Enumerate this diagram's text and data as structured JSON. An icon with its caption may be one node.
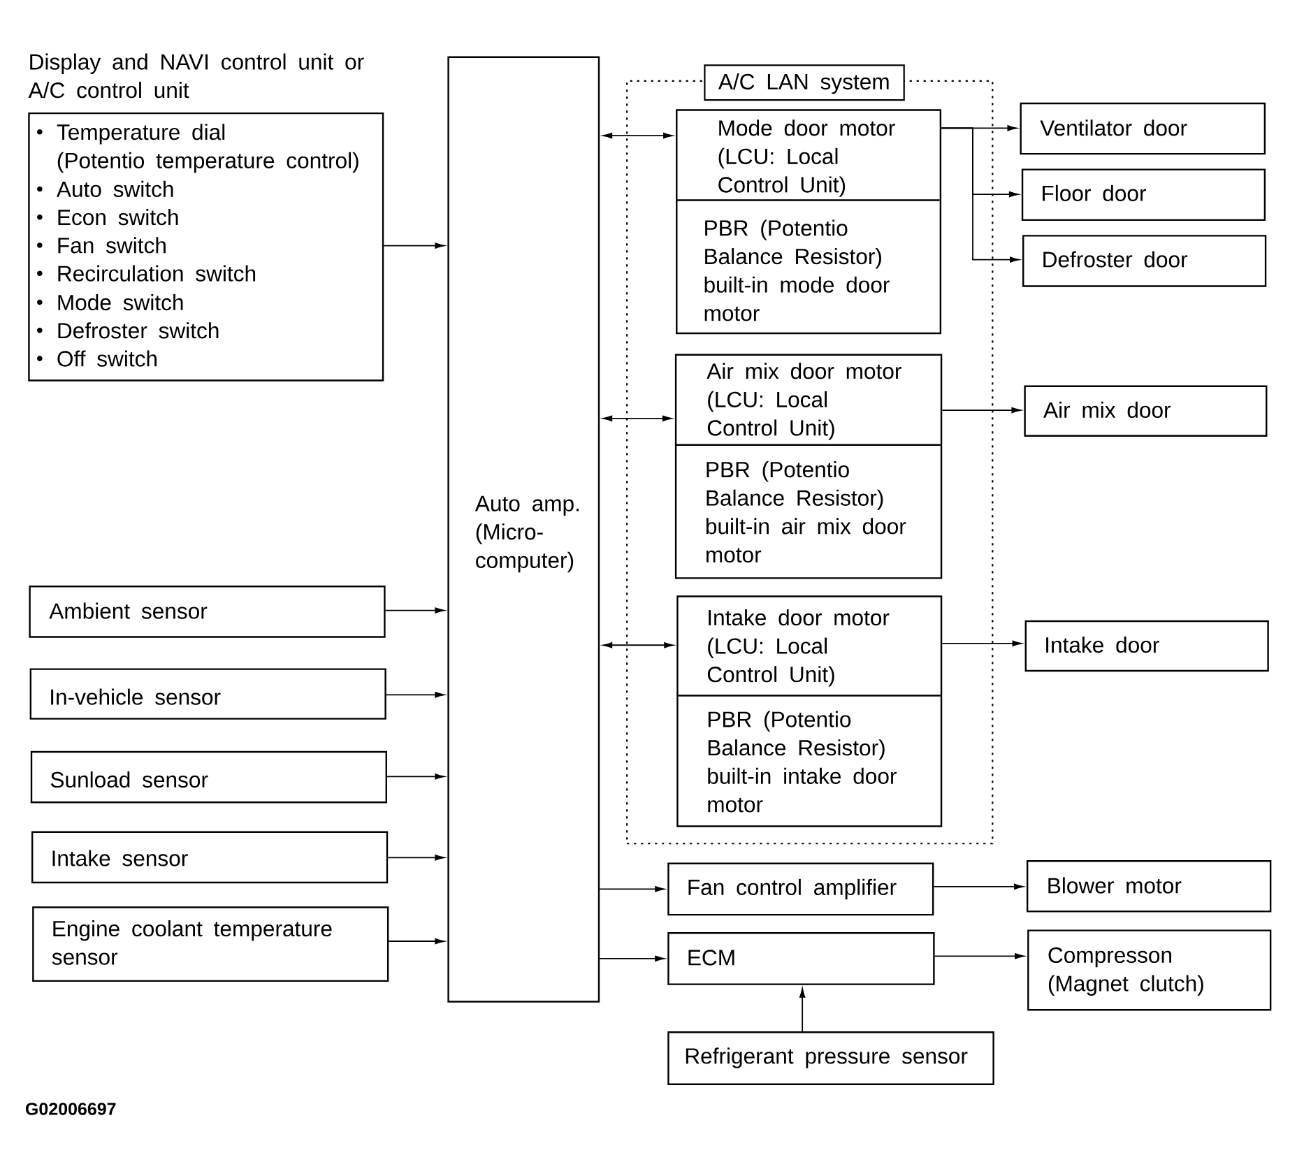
{
  "diagram": {
    "nodes": [
      {
        "text": [
          "Display and NAVI control unit or A/C control unit",
          "Temperature dial (Potentio temperature control)",
          "Auto switch",
          "Econ switch",
          "Fan switch",
          "Recirculation switch",
          "Mode switch",
          "Defroster switch",
          "Off switch"
        ]
      },
      {
        "text": [
          "Auto amp. (Micro- computer)"
        ]
      },
      {
        "text": [
          "A/C LAN system"
        ]
      },
      {
        "text": [
          "Mode door motor (LCU: Local Control Unit)",
          "PBR (Potentio Balance Resistor) built-in mode door motor"
        ],
        "in": 2
      },
      {
        "text": [
          "Air mix door motor (LCU: Local Control Unit)",
          "PBR (Potentio Balance Resistor) built-in air mix door motor"
        ],
        "in": 2
      },
      {
        "text": [
          "Intake door motor (LCU: Local Control Unit)",
          "PBR (Potentio Balance Resistor) built-in intake door motor"
        ],
        "in": 2
      },
      {
        "text": [
          "Ventilator door"
        ]
      },
      {
        "text": [
          "Floor door"
        ]
      },
      {
        "text": [
          "Defroster door"
        ]
      },
      {
        "text": [
          "Air mix door"
        ]
      },
      {
        "text": [
          "Intake door"
        ]
      },
      {
        "text": [
          "Ambient sensor"
        ]
      },
      {
        "text": [
          "In-vehicle sensor"
        ]
      },
      {
        "text": [
          "Sunload sensor"
        ]
      },
      {
        "text": [
          "Intake sensor"
        ]
      },
      {
        "text": [
          "Engine coolant temperature sensor"
        ]
      },
      {
        "text": [
          "Fan control amplifier"
        ]
      },
      {
        "text": [
          "Blower motor"
        ]
      },
      {
        "text": [
          "ECM"
        ]
      },
      {
        "text": [
          "Compresson (Magnet clutch)"
        ]
      },
      {
        "text": [
          "Refrigerant pressure sensor"
        ]
      }
    ],
    "edges": [
      {
        "from": 0,
        "to": 1,
        "arrow": "to"
      },
      {
        "from": 1,
        "to": 3,
        "arrow": "both"
      },
      {
        "from": 1,
        "to": 4,
        "arrow": "both"
      },
      {
        "from": 1,
        "to": 5,
        "arrow": "both"
      },
      {
        "from": 3,
        "to": 6,
        "arrow": "to"
      },
      {
        "from": 3,
        "to": 7,
        "arrow": "to"
      },
      {
        "from": 3,
        "to": 8,
        "arrow": "to"
      },
      {
        "from": 4,
        "to": 9,
        "arrow": "to"
      },
      {
        "from": 5,
        "to": 10,
        "arrow": "to"
      },
      {
        "from": 11,
        "to": 1,
        "arrow": "to"
      },
      {
        "from": 12,
        "to": 1,
        "arrow": "to"
      },
      {
        "from": 13,
        "to": 1,
        "arrow": "to"
      },
      {
        "from": 14,
        "to": 1,
        "arrow": "to"
      },
      {
        "from": 15,
        "to": 1,
        "arrow": "to"
      },
      {
        "from": 1,
        "to": 16,
        "arrow": "to"
      },
      {
        "from": 1,
        "to": 18,
        "arrow": "to"
      },
      {
        "from": 16,
        "to": 17,
        "arrow": "to"
      },
      {
        "from": 18,
        "to": 19,
        "arrow": "to"
      },
      {
        "from": 20,
        "to": 18,
        "arrow": "to"
      }
    ],
    "labels": [
      "G02006697"
    ]
  }
}
